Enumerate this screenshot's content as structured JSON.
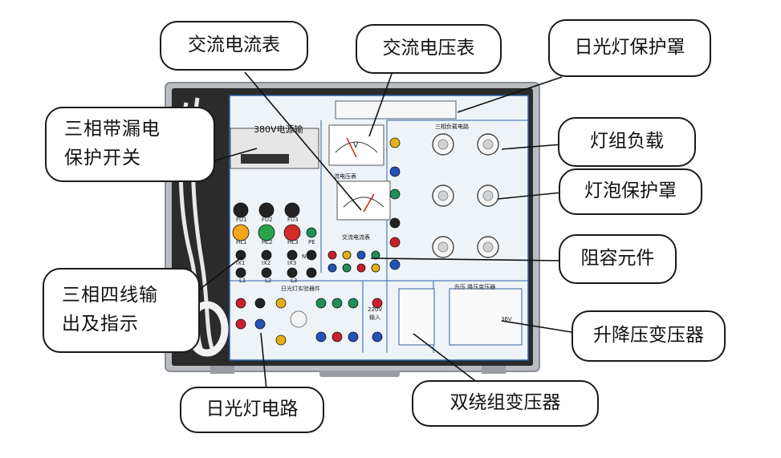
{
  "colors": {
    "case_frame": "#b9bcc0",
    "case_interior": "#2b2b2b",
    "panel_face": "#eef3f8",
    "panel_line": "#2e63a8",
    "fuse_black": "#222222",
    "lamp_yellow": "#f3a51c",
    "lamp_green": "#2aa34a",
    "lamp_red": "#d42a2a",
    "socket_blue": "#2352b8",
    "socket_green": "#1f8f5a",
    "socket_red": "#c8202a",
    "socket_yellow": "#e3b019"
  },
  "callouts": {
    "ac_ammeter": "交流电流表",
    "ac_voltmeter": "交流电压表",
    "fluorescent_cover": "日光灯保护罩",
    "leakage_switch": "三相带漏电\n保护开关",
    "lamp_load": "灯组负载",
    "bulb_cover": "灯泡保护罩",
    "rc_components": "阻容元件",
    "three_phase_output": "三相四线输\n出及指示",
    "step_transformer": "升降压变压器",
    "fluorescent_circuit": "日光灯电路",
    "double_winding": "双绕组变压器"
  },
  "panel_labels": {
    "power_title": "380V电源输",
    "load_title": "三相负载电路",
    "voltmeter_title": "流电压表",
    "voltmeter_unit": "V",
    "ammeter_title": "交流电流表",
    "fuse": [
      "FU1",
      "FU2",
      "FU3"
    ],
    "indicator": [
      "HL1",
      "HL2",
      "HL3",
      "PE"
    ],
    "terminal": [
      "IX1",
      "IX2",
      "IX3",
      "N"
    ],
    "line": [
      "L1",
      "L2",
      "L3"
    ],
    "fluorescent_section": "日光灯实验器件",
    "transformer_section": "升压  降压变压器",
    "input_label": "输入",
    "voltage_220": "220V",
    "voltage_36": "36V"
  }
}
